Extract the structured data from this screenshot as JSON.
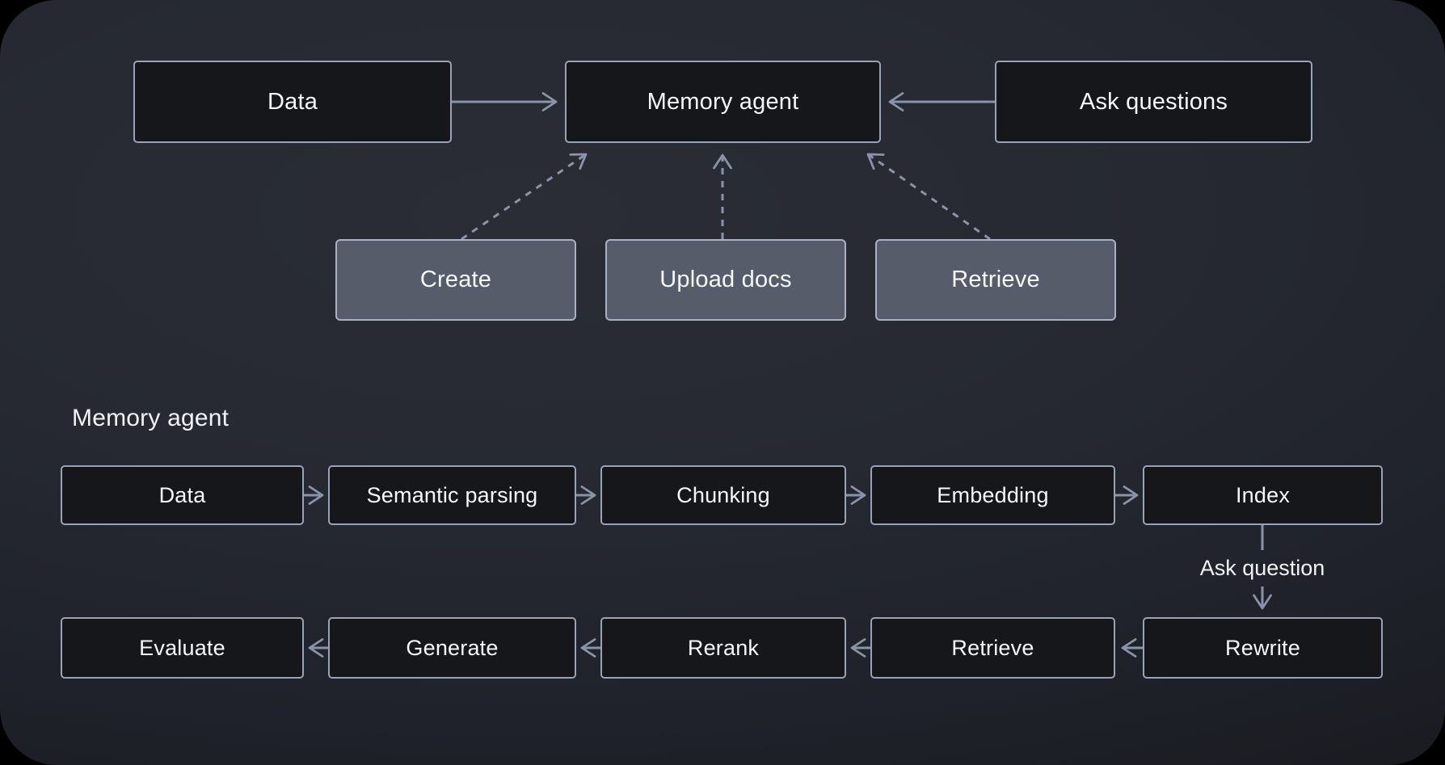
{
  "diagram": {
    "top": {
      "nodes": {
        "data": {
          "label": "Data",
          "variant": "dark"
        },
        "memory_agent": {
          "label": "Memory agent",
          "variant": "dark"
        },
        "ask_questions": {
          "label": "Ask questions",
          "variant": "dark"
        },
        "create": {
          "label": "Create",
          "variant": "light"
        },
        "upload_docs": {
          "label": "Upload docs",
          "variant": "light"
        },
        "retrieve": {
          "label": "Retrieve",
          "variant": "light"
        }
      },
      "edges": [
        {
          "from": "Data",
          "to": "Memory agent",
          "style": "solid"
        },
        {
          "from": "Ask questions",
          "to": "Memory agent",
          "style": "solid"
        },
        {
          "from": "Create",
          "to": "Memory agent",
          "style": "dashed"
        },
        {
          "from": "Upload docs",
          "to": "Memory agent",
          "style": "dashed"
        },
        {
          "from": "Retrieve",
          "to": "Memory agent",
          "style": "dashed"
        }
      ]
    },
    "bottom": {
      "section_label": "Memory agent",
      "row1": {
        "data": {
          "label": "Data"
        },
        "semantic_parsing": {
          "label": "Semantic parsing"
        },
        "chunking": {
          "label": "Chunking"
        },
        "embedding": {
          "label": "Embedding"
        },
        "index": {
          "label": "Index"
        }
      },
      "edge_label": "Ask question",
      "row2": {
        "evaluate": {
          "label": "Evaluate"
        },
        "generate": {
          "label": "Generate"
        },
        "rerank": {
          "label": "Rerank"
        },
        "retrieve": {
          "label": "Retrieve"
        },
        "rewrite": {
          "label": "Rewrite"
        }
      },
      "edges": [
        {
          "from": "Data",
          "to": "Semantic parsing",
          "style": "solid"
        },
        {
          "from": "Semantic parsing",
          "to": "Chunking",
          "style": "solid"
        },
        {
          "from": "Chunking",
          "to": "Embedding",
          "style": "solid"
        },
        {
          "from": "Embedding",
          "to": "Index",
          "style": "solid"
        },
        {
          "from": "Index",
          "to": "Rewrite",
          "style": "solid",
          "label": "Ask question"
        },
        {
          "from": "Rewrite",
          "to": "Retrieve",
          "style": "solid"
        },
        {
          "from": "Retrieve",
          "to": "Rerank",
          "style": "solid"
        },
        {
          "from": "Rerank",
          "to": "Generate",
          "style": "solid"
        },
        {
          "from": "Generate",
          "to": "Evaluate",
          "style": "solid"
        }
      ]
    }
  },
  "colors": {
    "page_background": "#000000",
    "canvas_center": "#2a2d36",
    "canvas_edge": "#16181d",
    "node_dark_fill": "#16171b",
    "node_dark_border": "#9aa3b6",
    "node_light_fill": "#565c6a",
    "node_light_border": "#a9b1c2",
    "connector": "#8b94a7",
    "text": "#f6f7f9"
  }
}
